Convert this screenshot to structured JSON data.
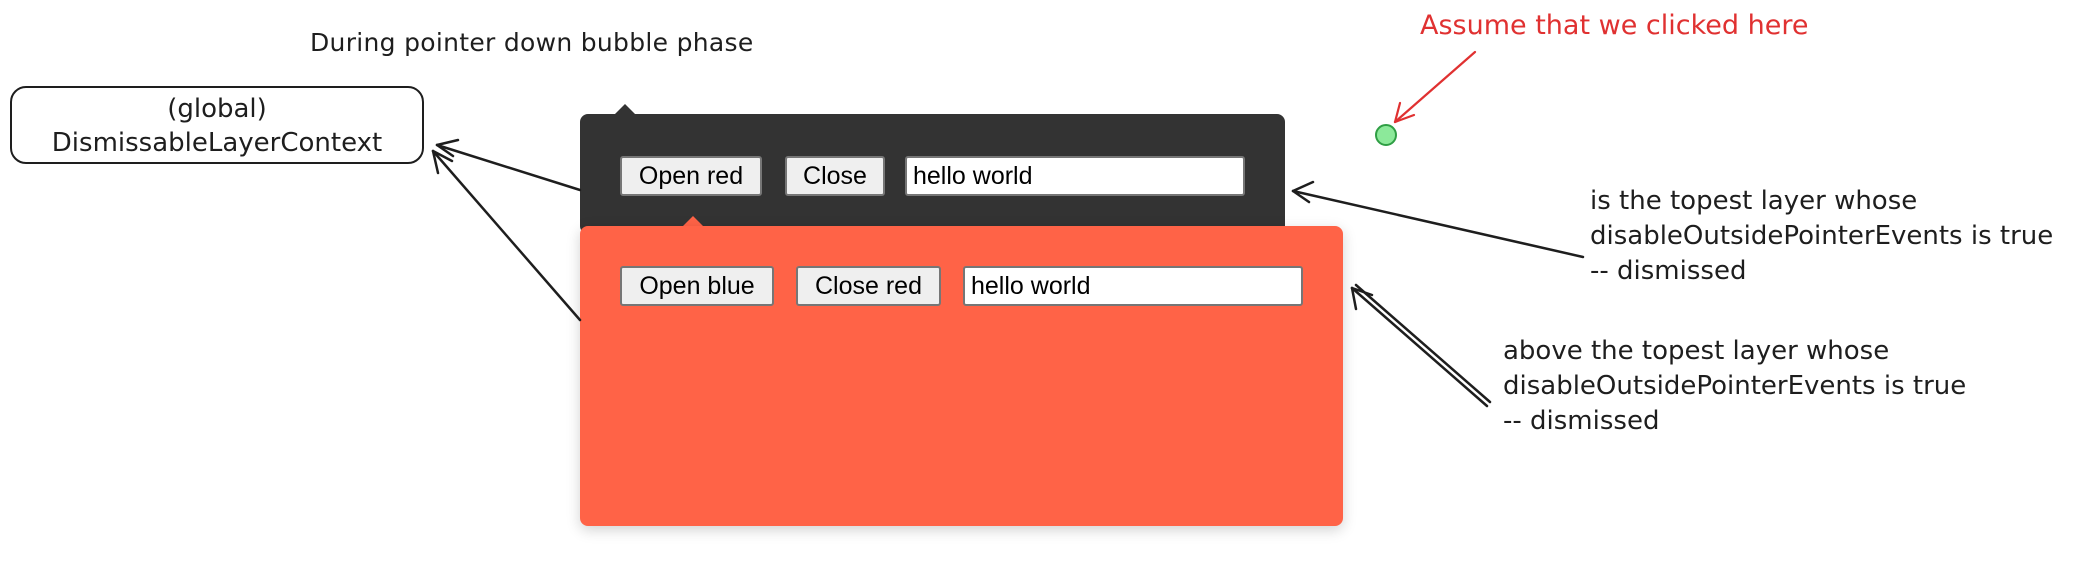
{
  "title": "During pointer down bubble phase",
  "context_box": {
    "line1": "(global)",
    "line2": "DismissableLayerContext"
  },
  "click_annotation": {
    "text": "Assume that we clicked here",
    "color": "#e03131",
    "dot_color": "#8ce99a"
  },
  "dark_popover": {
    "color": "#333333",
    "open_button": "Open red",
    "close_button": "Close",
    "input_value": "hello world"
  },
  "red_popover": {
    "color": "#ff6347",
    "open_button": "Open blue",
    "close_button": "Close red",
    "input_value": "hello world"
  },
  "note_top": {
    "line1": "is the topest layer whose",
    "line2": "disableOutsidePointerEvents is true",
    "line3": "-- dismissed"
  },
  "note_bottom": {
    "line1": "above the topest layer whose",
    "line2": "disableOutsidePointerEvents is true",
    "line3": "-- dismissed"
  }
}
